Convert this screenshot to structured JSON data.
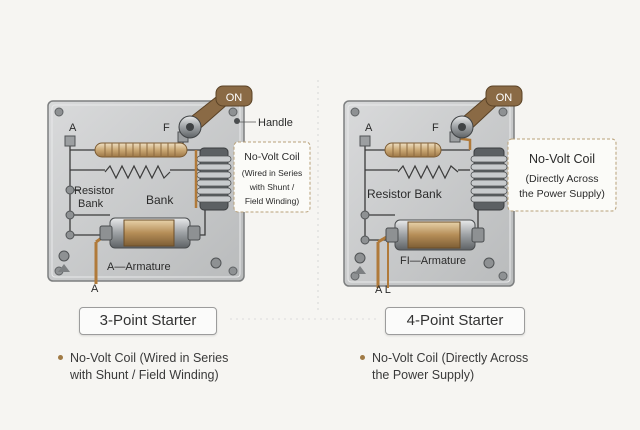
{
  "starter3": {
    "caption": "3-Point Starter",
    "terminals": {
      "a_top": "A",
      "f": "F",
      "a_bottom": "A"
    },
    "on_label": "ON",
    "handle_label": "Handle",
    "resistor_label_1": "Resistor",
    "resistor_label_2": "Bank",
    "bank_label": "Bank",
    "armature_label": "A—Armature",
    "coil_callout": [
      "No-Volt Coil",
      "(Wired in Series",
      "with Shunt /",
      "Field Winding)"
    ],
    "note_line1": "No-Volt Coil (Wired in Series",
    "note_line2": "with Shunt / Field Winding)"
  },
  "starter4": {
    "caption": "4-Point Starter",
    "terminals": {
      "a_top": "A",
      "f": "F",
      "a_l_bottom": "A L"
    },
    "on_label": "ON",
    "resistor_label": "Resistor Bank",
    "armature_label": "FI—Armature",
    "coil_callout": [
      "No-Volt Coil",
      "(Directly Across",
      "the Power Supply)"
    ],
    "note_line1": "No-Volt Coil (Directly Across",
    "note_line2": "the Power Supply)"
  },
  "colors": {
    "plate": "#c9cbcc",
    "copper": "#b07a3a",
    "handle": "#8a6a45",
    "accent": "#a07a45"
  }
}
